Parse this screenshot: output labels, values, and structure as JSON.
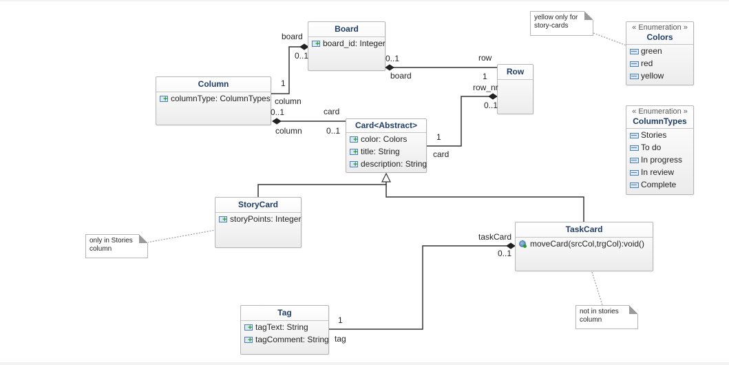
{
  "classes": {
    "board": {
      "name": "Board",
      "attrs": [
        "board_id: Integer"
      ]
    },
    "column": {
      "name": "Column",
      "attrs": [
        "columnType: ColumnTypes"
      ]
    },
    "row": {
      "name": "Row"
    },
    "card": {
      "name": "Card<Abstract>",
      "attrs": [
        "color: Colors",
        "title: String",
        "description: String"
      ]
    },
    "storycard": {
      "name": "StoryCard",
      "attrs": [
        "storyPoints: Integer"
      ]
    },
    "taskcard": {
      "name": "TaskCard",
      "ops": [
        "moveCard(srcCol,trgCol):void()"
      ]
    },
    "tag": {
      "name": "Tag",
      "attrs": [
        "tagText: String",
        "tagComment: String"
      ]
    }
  },
  "enums": {
    "colors": {
      "stereotype": "« Enumeration »",
      "name": "Colors",
      "literals": [
        "green",
        "red",
        "yellow"
      ]
    },
    "columntypes": {
      "stereotype": "« Enumeration »",
      "name": "ColumnTypes",
      "literals": [
        "Stories",
        "To do",
        "In progress",
        "In review",
        "Complete"
      ]
    }
  },
  "notes": {
    "yellow": "yellow only for story-cards",
    "stories": "only in Stories column",
    "notstories": "not in stories column"
  },
  "labels": {
    "board_column_role_board": "board",
    "board_column_mult_board": "0..1",
    "board_column_mult_column": "1",
    "board_column_role_column": "column",
    "board_row_mult_board": "0..1",
    "board_row_role_board": "board",
    "board_row_role_row": "row",
    "board_row_mult_row": "1",
    "row_card_role_row": "row_nr",
    "row_card_mult_row": "0..1",
    "row_card_mult_card": "1",
    "row_card_role_card": "card",
    "column_card_mult_column": "0..1",
    "column_card_role_card": "card",
    "column_card_role_column": "column",
    "column_card_mult_card": "0..1",
    "task_tag_role_task": "taskCard",
    "task_tag_mult_task": "0..1",
    "task_tag_mult_tag": "1",
    "task_tag_role_tag": "tag"
  }
}
